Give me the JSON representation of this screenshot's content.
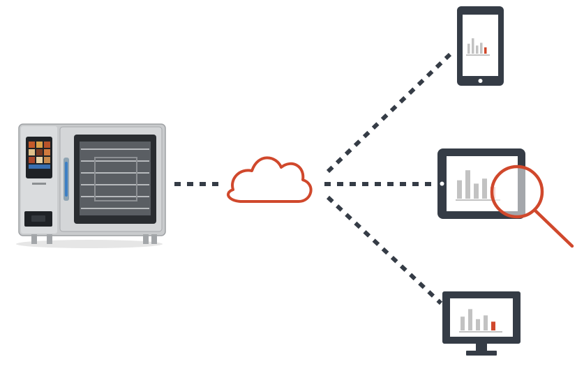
{
  "colors": {
    "accent": "#d0482c",
    "device": "#353c46",
    "bars": "#c2c2c2",
    "highlight_bar": "#d0482c",
    "steel": "#c9cbcd",
    "oven_glass": "#2a2d31"
  },
  "nodes": [
    {
      "id": "oven",
      "icon": "combi-oven-image"
    },
    {
      "id": "cloud",
      "icon": "cloud-icon"
    },
    {
      "id": "phone",
      "icon": "smartphone-icon"
    },
    {
      "id": "tablet",
      "icon": "tablet-icon"
    },
    {
      "id": "magnifier",
      "icon": "magnifying-glass-icon"
    },
    {
      "id": "monitor",
      "icon": "desktop-monitor-icon"
    }
  ],
  "connections": [
    {
      "from": "oven",
      "to": "cloud",
      "style": "dotted"
    },
    {
      "from": "cloud",
      "to": "phone",
      "style": "dotted"
    },
    {
      "from": "cloud",
      "to": "tablet",
      "style": "dotted"
    },
    {
      "from": "cloud",
      "to": "monitor",
      "style": "dotted"
    }
  ],
  "bar_chart_levels": [
    0.55,
    0.85,
    0.45,
    0.6,
    0.35
  ]
}
